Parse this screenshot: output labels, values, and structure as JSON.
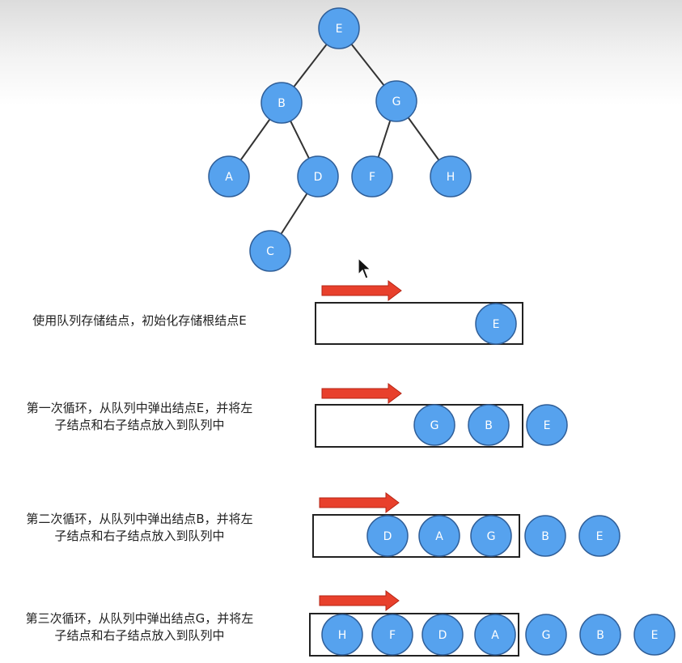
{
  "colors": {
    "node_fill": "#56a2ee",
    "node_stroke": "#2f5e98",
    "edge": "#333333",
    "arrow": "#e8402c",
    "box_stroke": "#222222"
  },
  "tree": {
    "nodes": [
      "E",
      "B",
      "G",
      "A",
      "D",
      "F",
      "H",
      "C"
    ],
    "edges": [
      [
        "E",
        "B"
      ],
      [
        "E",
        "G"
      ],
      [
        "B",
        "A"
      ],
      [
        "B",
        "D"
      ],
      [
        "D",
        "C"
      ],
      [
        "G",
        "F"
      ],
      [
        "G",
        "H"
      ]
    ]
  },
  "steps": [
    {
      "caption": [
        "使用队列存储结点，初始化存储根结点E"
      ],
      "queue": [
        "E"
      ],
      "popped": []
    },
    {
      "caption": [
        "第一次循环，从队列中弹出结点E，并将左",
        "子结点和右子结点放入到队列中"
      ],
      "queue": [
        "G",
        "B"
      ],
      "popped": [
        "E"
      ]
    },
    {
      "caption": [
        "第二次循环，从队列中弹出结点B，并将左",
        "子结点和右子结点放入到队列中"
      ],
      "queue": [
        "D",
        "A",
        "G"
      ],
      "popped": [
        "B",
        "E"
      ]
    },
    {
      "caption": [
        "第三次循环，从队列中弹出结点G，并将左",
        "子结点和右子结点放入到队列中"
      ],
      "queue": [
        "H",
        "F",
        "D",
        "A"
      ],
      "popped": [
        "G",
        "B",
        "E"
      ]
    }
  ]
}
